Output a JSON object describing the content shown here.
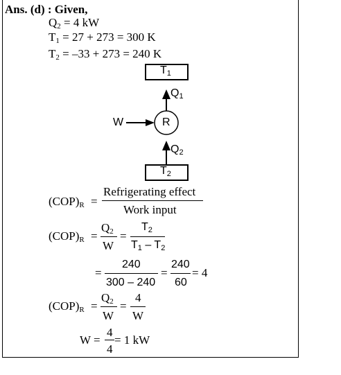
{
  "header": {
    "answer_label": "Ans. (d) : Given,"
  },
  "given": {
    "q2": {
      "sym": "Q",
      "sub": "2",
      "rest": " = 4 kW"
    },
    "t1": {
      "sym": "T",
      "sub": "1",
      "rest": " = 27 + 273 = 300 K"
    },
    "t2": {
      "sym": "T",
      "sub": "2",
      "rest": " = –33 + 273 = 240 K"
    }
  },
  "diagram": {
    "hot_box": {
      "sym": "T",
      "sub": "1"
    },
    "cold_box": {
      "sym": "T",
      "sub": "2"
    },
    "q1": {
      "sym": "Q",
      "sub": "1"
    },
    "q2": {
      "sym": "Q",
      "sub": "2"
    },
    "work_label": "W",
    "machine_label": "R"
  },
  "eq1": {
    "lhs": "(COP)",
    "lhs_sub": "R",
    "eq": "=",
    "num": "Refrigerating effect",
    "den": "Work input"
  },
  "eq2": {
    "lhs": "(COP)",
    "lhs_sub": "R",
    "eq1": "=",
    "num1_sym": "Q",
    "num1_sub": "2",
    "den1": "W",
    "eq2": "=",
    "num2_sym": "T",
    "num2_sub": "2",
    "den2_a": "T",
    "den2_a_sub": "1",
    "den2_minus": " – ",
    "den2_b": "T",
    "den2_b_sub": "2"
  },
  "eq3": {
    "eq1": "=",
    "num1": "240",
    "den1": "300 – 240",
    "eq2": "=",
    "num2": "240",
    "den2": "60",
    "result": "= 4"
  },
  "eq4": {
    "lhs": "(COP)",
    "lhs_sub": "R",
    "eq1": "=",
    "num1_sym": "Q",
    "num1_sub": "2",
    "den1": "W",
    "eq2": "=",
    "num2": "4",
    "den2": "W"
  },
  "eq5": {
    "lhs": "W =",
    "num": "4",
    "den": "4",
    "result": "= 1 kW"
  }
}
